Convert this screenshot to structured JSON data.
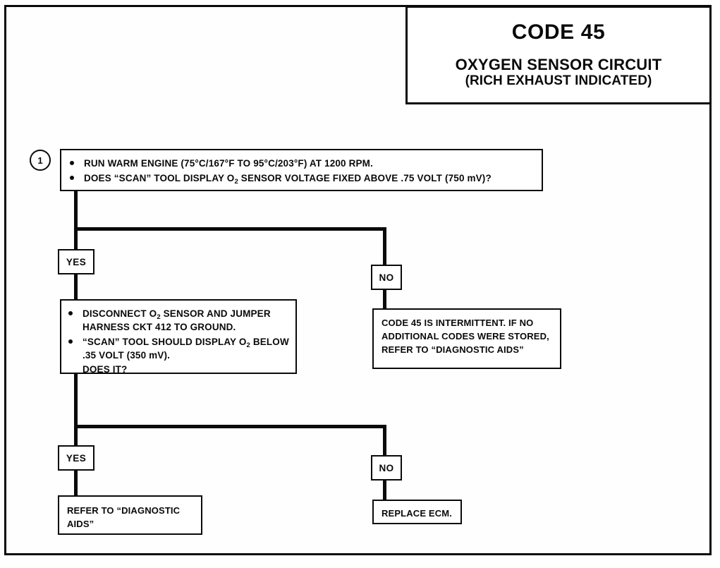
{
  "document": {
    "title_code": "CODE 45",
    "title_line1": "OXYGEN SENSOR CIRCUIT",
    "title_line2": "(RICH EXHAUST INDICATED)"
  },
  "step1": {
    "number": "1",
    "bullet1_a": "RUN WARM ENGINE (75°C/167°F TO 95°C/203°F) AT 1200 RPM.",
    "bullet2_a": "DOES “SCAN” TOOL DISPLAY O",
    "bullet2_sub": "2",
    "bullet2_b": " SENSOR  VOLTAGE FIXED ABOVE .75 VOLT (750 mV)?"
  },
  "branch1": {
    "yes_label": "YES",
    "no_label": "NO"
  },
  "step2": {
    "bullet1_a": "DISCONNECT O",
    "bullet1_sub": "2",
    "bullet1_b": " SENSOR AND JUMPER HARNESS CKT 412 TO GROUND.",
    "bullet2_a": "“SCAN” TOOL SHOULD DISPLAY O",
    "bullet2_sub": "2",
    "bullet2_b": " BELOW .35 VOLT (350 mV).",
    "bullet2_c": "DOES IT?"
  },
  "intermittent": {
    "text": "CODE 45 IS INTERMITTENT.  IF NO ADDITIONAL CODES WERE STORED, REFER TO “DIAGNOSTIC AIDS”"
  },
  "branch2": {
    "yes_label": "YES",
    "no_label": "NO"
  },
  "outcome_yes": {
    "text": "REFER TO “DIAGNOSTIC AIDS”"
  },
  "outcome_no": {
    "text": "REPLACE ECM."
  },
  "colors": {
    "ink": "#0a0a0a",
    "paper": "#ffffff"
  }
}
